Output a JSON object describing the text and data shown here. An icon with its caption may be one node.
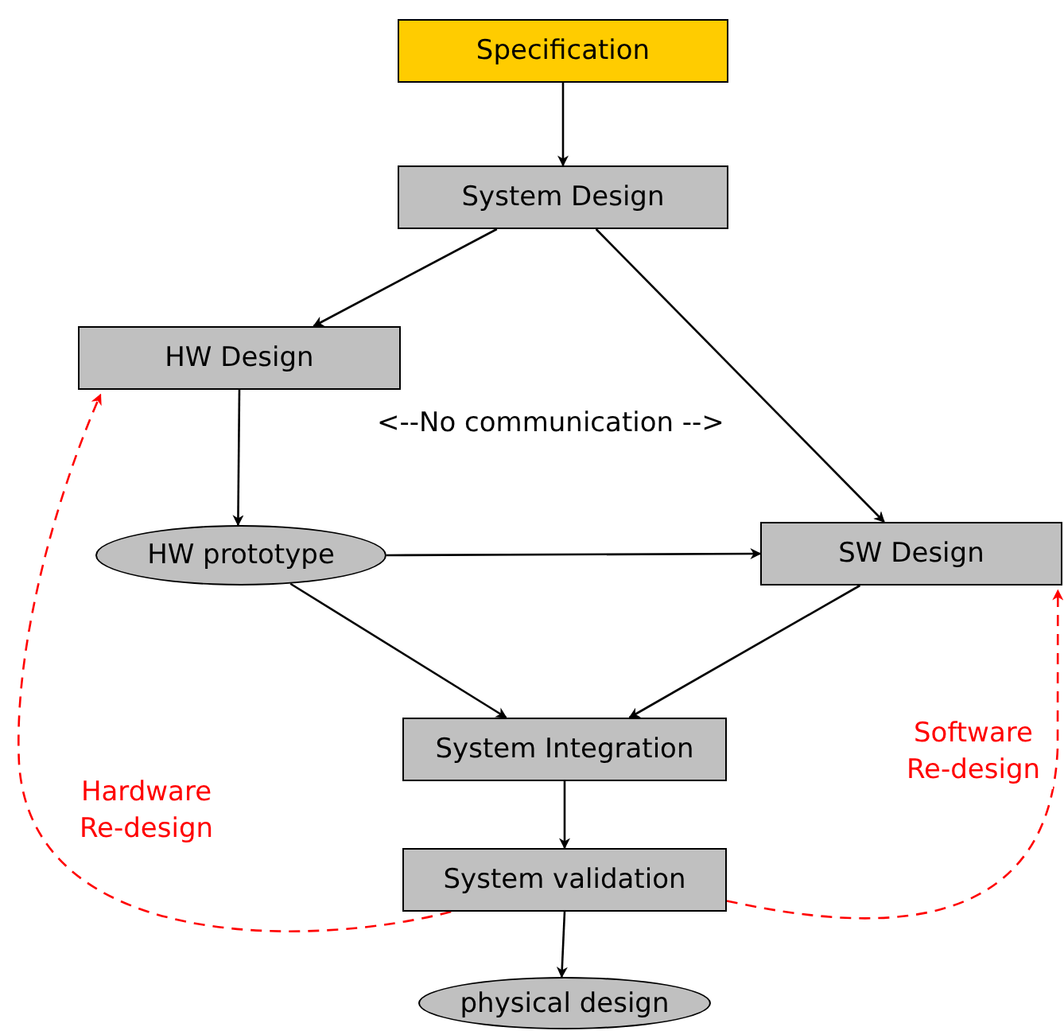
{
  "diagram": {
    "nodes": [
      {
        "text": [
          "Specification"
        ]
      },
      {
        "text": [
          "System Design"
        ]
      },
      {
        "text": [
          "HW Design"
        ]
      },
      {
        "text": [
          "HW prototype"
        ]
      },
      {
        "text": [
          "SW Design"
        ]
      },
      {
        "text": [
          "System Integration"
        ]
      },
      {
        "text": [
          "System validation"
        ]
      },
      {
        "text": [
          "physical design"
        ]
      }
    ],
    "edges": [
      {
        "from": 0,
        "to": 1,
        "arrow": "to"
      },
      {
        "from": 1,
        "to": 2,
        "arrow": "to"
      },
      {
        "from": 1,
        "to": 4,
        "arrow": "to"
      },
      {
        "from": 2,
        "to": 3,
        "arrow": "to"
      },
      {
        "from": 3,
        "to": 4,
        "arrow": "to"
      },
      {
        "from": 3,
        "to": 5,
        "arrow": "to"
      },
      {
        "from": 4,
        "to": 5,
        "arrow": "to"
      },
      {
        "from": 5,
        "to": 6,
        "arrow": "to"
      },
      {
        "from": 6,
        "to": 7,
        "arrow": "to"
      },
      {
        "from": 6,
        "to": 2,
        "arrow": "to",
        "label": "Hardware Re-design",
        "style": "dashed",
        "color": "#ff0000"
      },
      {
        "from": 6,
        "to": 4,
        "arrow": "to",
        "label": "Software Re-design",
        "style": "dashed",
        "color": "#ff0000"
      }
    ],
    "labels": [
      "<--No communication -->"
    ]
  }
}
